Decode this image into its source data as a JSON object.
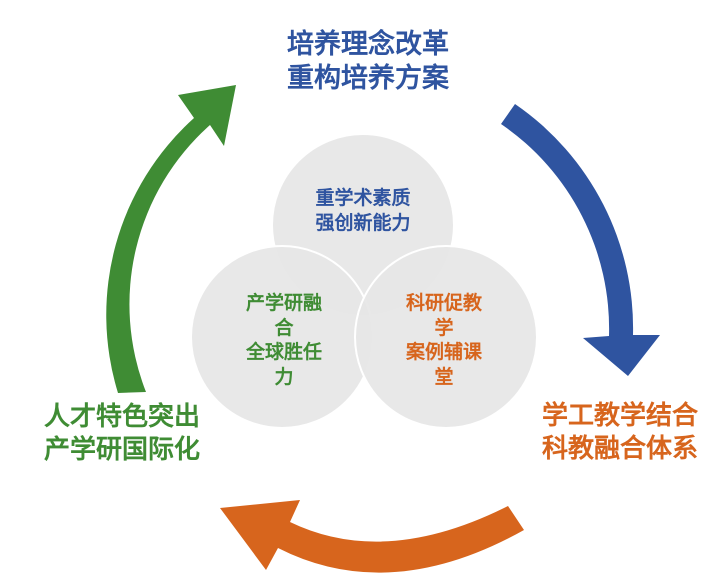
{
  "colors": {
    "blue": "#2f54a0",
    "orange": "#d7651d",
    "green": "#3f8c34",
    "circle_fill": "#e6e6e6"
  },
  "outer_labels": {
    "top": [
      "培养理念改革",
      "重构培养方案"
    ],
    "right": [
      "学工教学结合",
      "科教融合体系"
    ],
    "left": [
      "人才特色突出",
      "产学研国际化"
    ]
  },
  "circles": {
    "top": [
      "重学术素质",
      "强创新能力"
    ],
    "left": [
      "产学研融",
      "合",
      "全球胜任",
      "力"
    ],
    "right": [
      "科研促教",
      "学",
      "案例辅课",
      "堂"
    ]
  }
}
